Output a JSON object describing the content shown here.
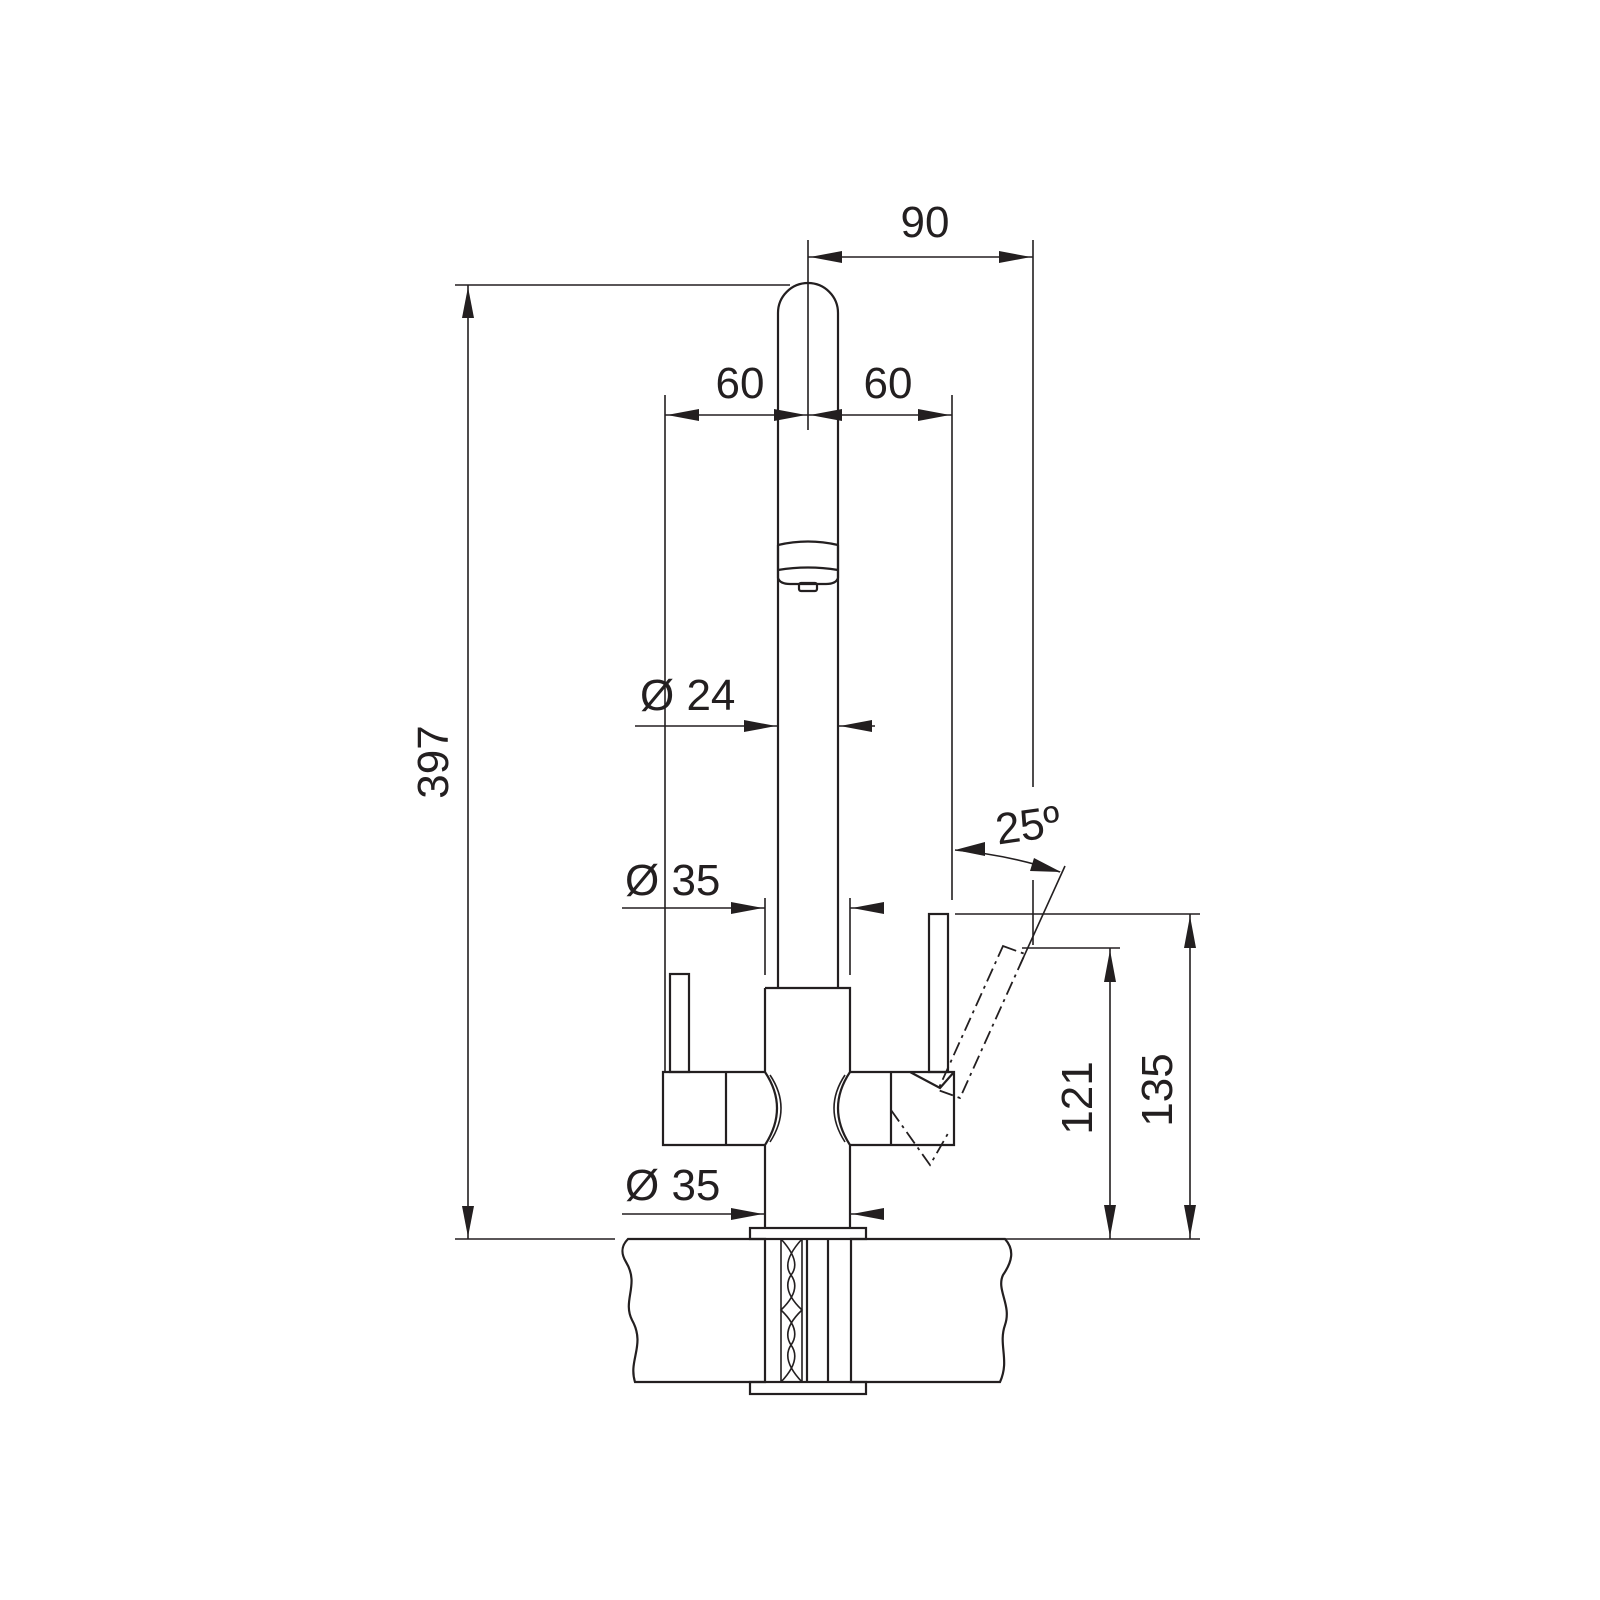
{
  "drawing": {
    "dimensions": {
      "total_height": "397",
      "spout_reach": "90",
      "left_handle_offset": "60",
      "right_handle_offset": "60",
      "spout_diameter": "Ø 24",
      "body_diameter": "Ø 35",
      "base_diameter": "Ø 35",
      "lever_angle": "25º",
      "lever_height_tilted": "121",
      "lever_height": "135"
    },
    "colors": {
      "line": "#231f20",
      "background": "#ffffff"
    }
  }
}
